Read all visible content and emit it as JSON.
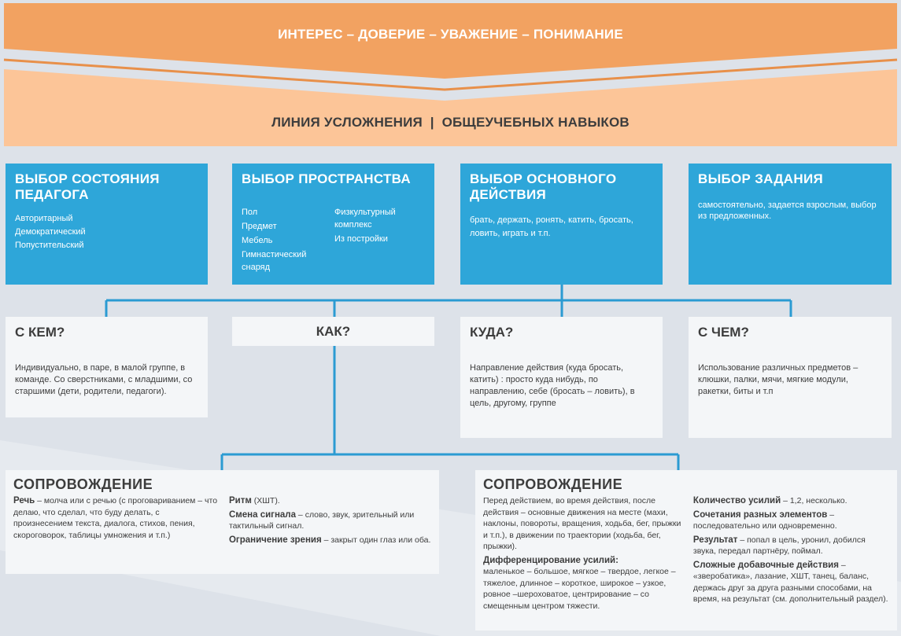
{
  "banner": {
    "top_text": "ИНТЕРЕС – ДОВЕРИЕ – УВАЖЕНИЕ – ПОНИМАНИЕ",
    "bottom_text": "ЛИНИЯ УСЛОЖНЕНИЯ  |  ОБЩЕУЧЕБНЫХ НАВЫКОВ"
  },
  "colors": {
    "orange": "#f2a261",
    "peach": "#fcc598",
    "blue": "#2ea6d9",
    "light": "#f4f6f8",
    "bg": "#dde2e9",
    "text": "#3d3d3d"
  },
  "choices": [
    {
      "title": "ВЫБОР СОСТОЯНИЯ ПЕДАГОГА",
      "items": [
        "Авторитарный",
        "Демократический",
        "Попустительский"
      ]
    },
    {
      "title": "ВЫБОР ПРОСТРАНСТВА",
      "col1": [
        "Пол",
        "Предмет",
        "Мебель",
        "Гимнастический снаряд"
      ],
      "col2": [
        "Физкультурный комплекс",
        "Из постройки"
      ]
    },
    {
      "title": "ВЫБОР ОСНОВНОГО ДЕЙСТВИЯ",
      "text": "брать, держать, ронять, катить, бросать, ловить, играть и т.п."
    },
    {
      "title": "ВЫБОР ЗАДАНИЯ",
      "text": "самостоятельно, задается взрослым, выбор из предложенных."
    }
  ],
  "questions": [
    {
      "title": "С КЕМ?",
      "text": "Индивидуально, в паре, в малой группе, в команде. Со сверстниками, с младшими, со старшими (дети, родители, педагоги)."
    },
    {
      "title": "КАК?"
    },
    {
      "title": "КУДА?",
      "text": "Направление действия (куда бросать, катить) : просто куда нибудь, по направлению, себе (бросать – ловить), в цель, другому, группе"
    },
    {
      "title": "С ЧЕМ?",
      "text": "Использование различных предметов – клюшки, палки, мячи, мягкие модули, ракетки, биты и т.п"
    }
  ],
  "support_left": {
    "title": "СОПРОВОЖДЕНИЕ",
    "col1": [
      {
        "term": "Речь",
        "desc": " – молча или с речью (с проговариванием – что делаю, что сделал, что буду делать, с произнесением текста, диалога, стихов, пения, скороговорок, таблицы умножения и т.п.)"
      }
    ],
    "col2": [
      {
        "term": "Ритм",
        "desc": " (ХШТ)."
      },
      {
        "term": "Смена сигнала",
        "desc": " – слово, звук, зрительный или тактильный сигнал."
      },
      {
        "term": "Ограничение зрения",
        "desc": " – закрыт один глаз или оба."
      }
    ]
  },
  "support_right": {
    "title": "СОПРОВОЖДЕНИЕ",
    "col1_text": "Перед действием, во время действия, после действия – основные движения на месте (махи, наклоны, повороты, вращения, ходьба, бег, прыжки и т.п.), в движении по траектории (ходьба, бег, прыжки).",
    "col1_term": "Дифференцирование усилий:",
    "col1_desc": "маленькое – большое, мягкое – твердое, легкое – тяжелое, длинное – короткое, широкое – узкое, ровное –шероховатое, центрирование – со смещенным центром тяжести.",
    "col2": [
      {
        "term": "Количество усилий",
        "desc": " – 1,2, несколько."
      },
      {
        "term": "Сочетания разных элементов",
        "desc": " – последовательно или одновременно."
      },
      {
        "term": "Результат",
        "desc": " – попал в цель, уронил, добился звука, передал партнёру, поймал."
      },
      {
        "term": "Сложные добавочные действия",
        "desc": " – «зверобатика», лазание, ХШТ, танец, баланс, держась друг за друга разными способами, на время, на результат (см. дополнительный раздел)."
      }
    ]
  }
}
